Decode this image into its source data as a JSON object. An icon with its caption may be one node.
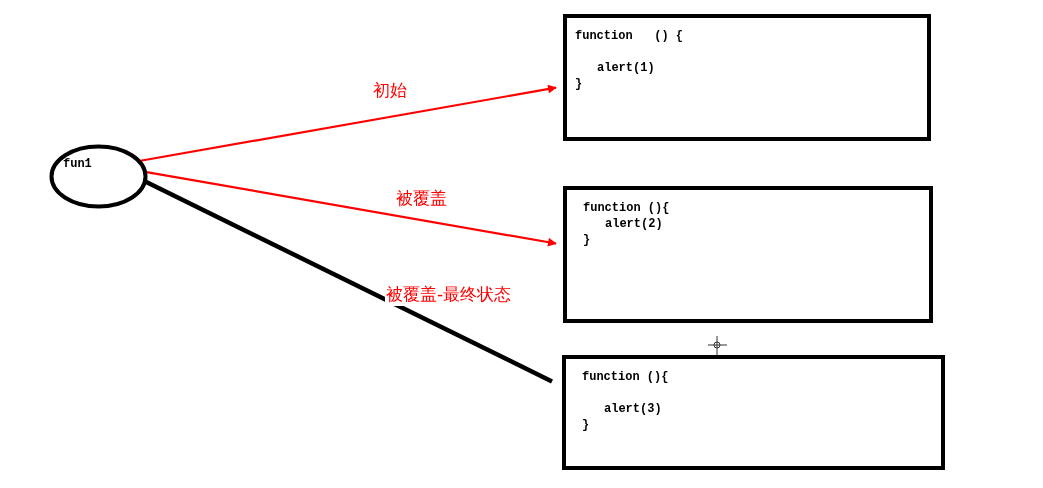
{
  "diagram": {
    "nodes": [
      {
        "text": [
          "fun1"
        ]
      },
      {
        "text": [
          "function   () {",
          "alert(1)",
          "}"
        ]
      },
      {
        "text": [
          "function (){",
          "alert(2)",
          "}"
        ]
      },
      {
        "text": [
          "function (){",
          "alert(3)",
          "}"
        ]
      }
    ],
    "edges": [
      {
        "from": 0,
        "to": 1,
        "arrow": "to",
        "label": "初始",
        "color": "#ff0000"
      },
      {
        "from": 0,
        "to": 2,
        "arrow": "to",
        "label": "被覆盖",
        "color": "#ff0000"
      },
      {
        "from": 0,
        "to": 3,
        "arrow": "none",
        "label": "被覆盖-最终状态",
        "style": "thick",
        "color": "#000000"
      }
    ]
  }
}
